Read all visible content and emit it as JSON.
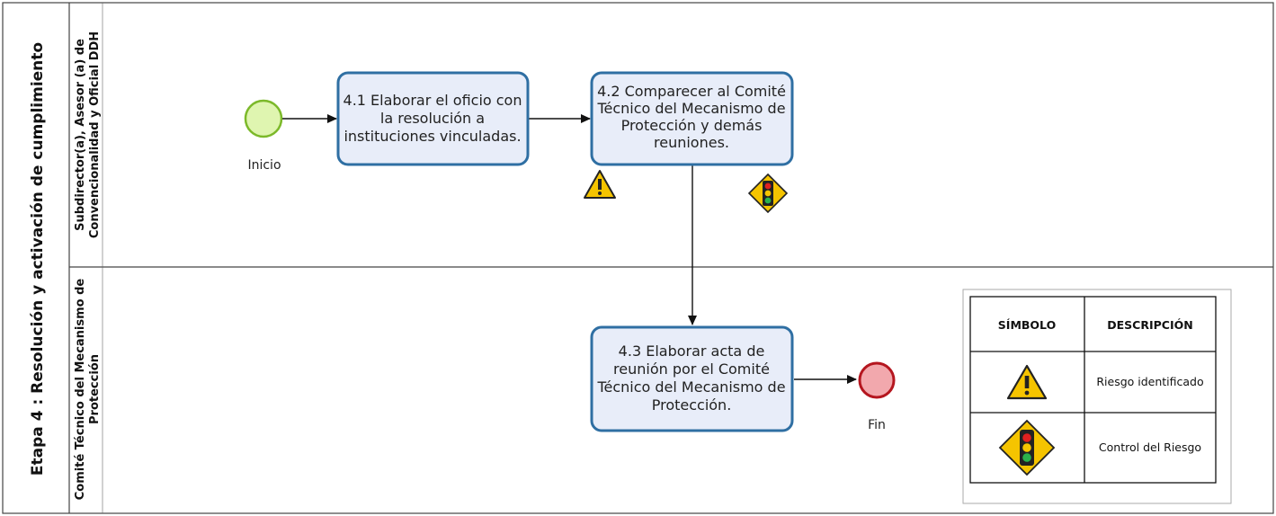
{
  "pool": {
    "title": "Etapa 4 : Resolución y activación de cumplimiento",
    "lanes": [
      {
        "label_line1": "Subdirector(a), Asesor (a) de",
        "label_line2": "Convencionalidad y Oficial DDH"
      },
      {
        "label_line1": "Comité Técnico del Mecanismo de",
        "label_line2": "Protección"
      }
    ]
  },
  "events": {
    "start_label": "Inicio",
    "end_label": "Fin"
  },
  "tasks": [
    {
      "id": "4.1",
      "lines": [
        "4.1 Elaborar el oficio con",
        "la resolución a",
        "instituciones vinculadas."
      ]
    },
    {
      "id": "4.2",
      "lines": [
        "4.2 Comparecer al Comité",
        "Técnico del Mecanismo de",
        "Protección y demás",
        "reuniones."
      ]
    },
    {
      "id": "4.3",
      "lines": [
        "4.3 Elaborar acta de",
        "reunión por el Comité",
        "Técnico del Mecanismo de",
        "Protección."
      ]
    }
  ],
  "legend": {
    "header_symbol": "SÍMBOLO",
    "header_description": "DESCRIPCIÓN",
    "rows": [
      {
        "icon": "warning-triangle-icon",
        "description": "Riesgo identificado"
      },
      {
        "icon": "traffic-light-icon",
        "description": "Control del Riesgo"
      }
    ]
  },
  "colors": {
    "task_fill": "#e8edf9",
    "task_stroke": "#2f6fa3",
    "start_fill": "#dff5b0",
    "start_stroke": "#7cb92a",
    "end_fill": "#f2a8ad",
    "end_stroke": "#b5161f",
    "warning_yellow": "#f5c400"
  }
}
